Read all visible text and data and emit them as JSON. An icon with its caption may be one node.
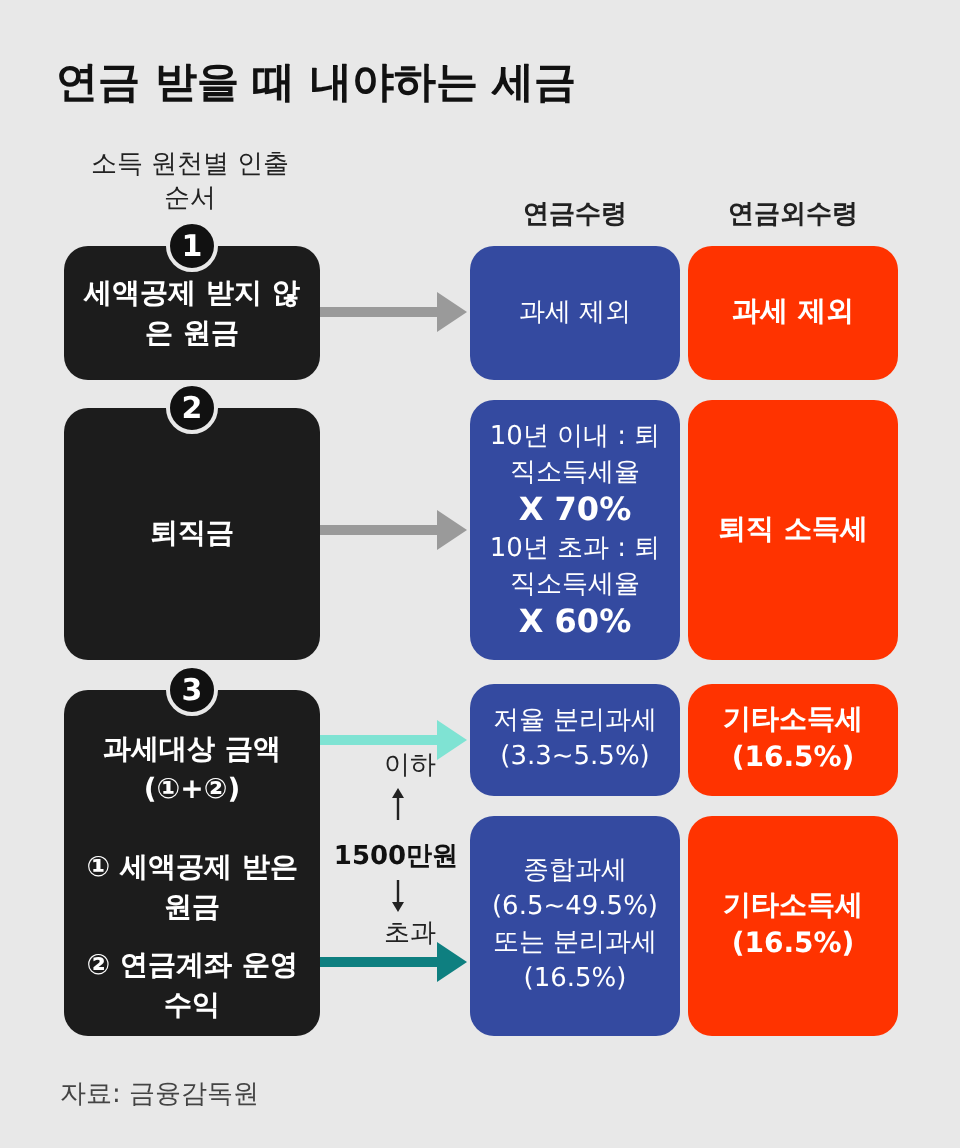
{
  "diagram": {
    "title": "연금 받을 때 내야하는 세금",
    "caption": "자료: 금융감독원",
    "nodes": [
      {
        "text": [
          "1",
          "세액공제 받지 않은 원금"
        ]
      },
      {
        "text": [
          "과세 제외"
        ]
      },
      {
        "text": [
          "과세 제외"
        ]
      },
      {
        "text": [
          "2",
          "퇴직금"
        ]
      },
      {
        "text": [
          "10년 이내 : 퇴직소득세율 **X 70%**",
          "10년 초과 : 퇴직소득세율 **X 60%**"
        ]
      },
      {
        "text": [
          "퇴직 소득세"
        ]
      },
      {
        "text": [
          "3",
          "과세대상 금액 (①+②)",
          "① 세액공제 받은 원금",
          "② 연금계좌 운영 수익"
        ]
      },
      {
        "text": [
          "저율 분리과세 (3.3~5.5%)"
        ]
      },
      {
        "text": [
          "기타소득세 (16.5%)"
        ]
      },
      {
        "text": [
          "종합과세 (6.5~49.5%) 또는 분리과세 (16.5%)"
        ]
      },
      {
        "text": [
          "기타소득세 (16.5%)"
        ]
      }
    ],
    "edges": [
      {
        "from": 0,
        "to": 1,
        "arrow": "to",
        "color": "#9a9a9a"
      },
      {
        "from": 3,
        "to": 4,
        "arrow": "to",
        "color": "#9a9a9a"
      },
      {
        "from": 6,
        "to": 7,
        "arrow": "to",
        "label": "이하",
        "color": "#7fe3d3"
      },
      {
        "from": 6,
        "to": 9,
        "arrow": "to",
        "label": "초과",
        "color": "#0e7f80"
      }
    ],
    "labels": [
      "소득 원천별 인출 순서",
      "연금수령",
      "연금외수령",
      "1500만원"
    ]
  }
}
